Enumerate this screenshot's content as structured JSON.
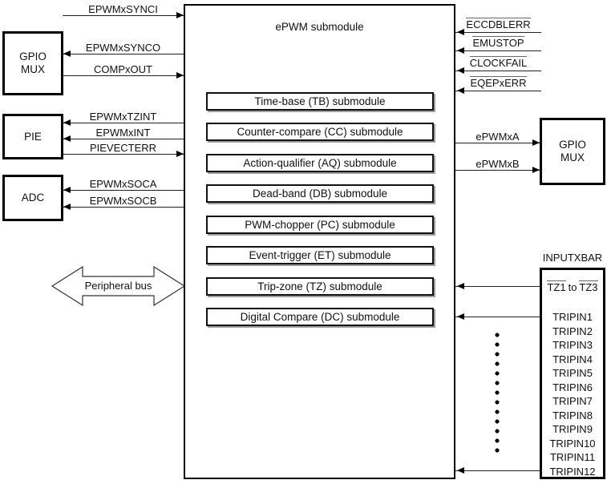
{
  "colors": {
    "ink": "#000000",
    "background": "#ffffff"
  },
  "main_block": {
    "title": "ePWM submodule",
    "submodules": [
      "Time-base (TB) submodule",
      "Counter-compare (CC) submodule",
      "Action-qualifier (AQ) submodule",
      "Dead-band (DB) submodule",
      "PWM-chopper (PC) submodule",
      "Event-trigger (ET) submodule",
      "Trip-zone (TZ) submodule",
      "Digital Compare (DC) submodule"
    ]
  },
  "blocks": {
    "gpio_mux_left": "GPIO\nMUX",
    "pie": "PIE",
    "adc": "ADC",
    "gpio_mux_right": "GPIO\nMUX"
  },
  "signals": {
    "left": [
      "EPWMxSYNCI",
      "EPWMxSYNCO",
      "COMPxOUT",
      "EPWMxTZINT",
      "EPWMxINT",
      "PIEVECTERR",
      "EPWMxSOCA",
      "EPWMxSOCB"
    ],
    "right_top": [
      "ECCDBLERR",
      "EMUSTOP",
      "CLOCKFAIL",
      "EQEPxERR"
    ],
    "right_mid": [
      "ePWMxA",
      "ePWMxB"
    ]
  },
  "bus": {
    "label": "Peripheral bus"
  },
  "inputxbar": {
    "title": "INPUTXBAR",
    "tz_range": {
      "from": "TZ1",
      "connector": "to",
      "to": "TZ3"
    },
    "tripins": [
      "TRIPIN1",
      "TRIPIN2",
      "TRIPIN3",
      "TRIPIN4",
      "TRIPIN5",
      "TRIPIN6",
      "TRIPIN7",
      "TRIPIN8",
      "TRIPIN9",
      "TRIPIN10",
      "TRIPIN11",
      "TRIPIN12"
    ]
  }
}
